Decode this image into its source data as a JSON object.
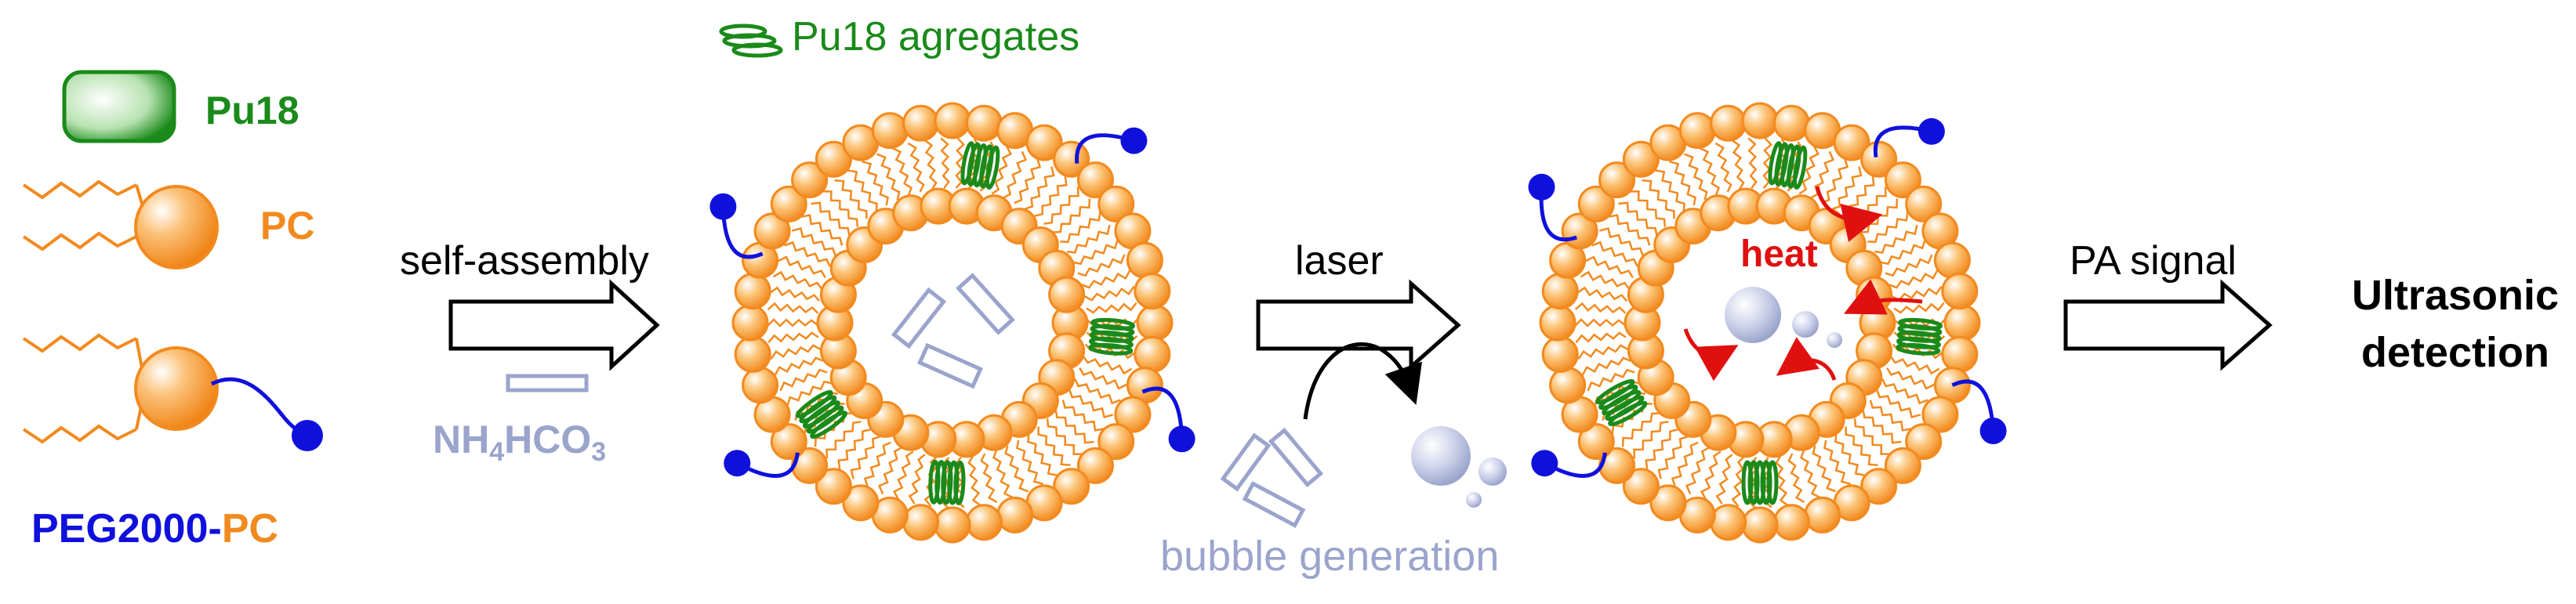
{
  "legend": {
    "pu18": "Pu18",
    "pc": "PC",
    "peg_prefix": "PEG2000-",
    "peg_suffix": "PC"
  },
  "step1": {
    "label": "self-assembly",
    "reagent_main": "NH",
    "reagent_sub1": "4",
    "reagent_mid": "HCO",
    "reagent_sub2": "3"
  },
  "liposome1": {
    "aggregates_label": "Pu18 agregates"
  },
  "step2": {
    "label": "laser",
    "bubble_label": "bubble generation"
  },
  "liposome2": {
    "heat_label": "heat"
  },
  "step3": {
    "label": "PA signal",
    "result_line1": "Ultrasonic",
    "result_line2": "detection"
  },
  "colors": {
    "green": "#1a8a1a",
    "orange": "#f28a1f",
    "blue": "#1010dd",
    "lavender": "#9aa4cc",
    "red": "#e01010",
    "black": "#000000"
  }
}
